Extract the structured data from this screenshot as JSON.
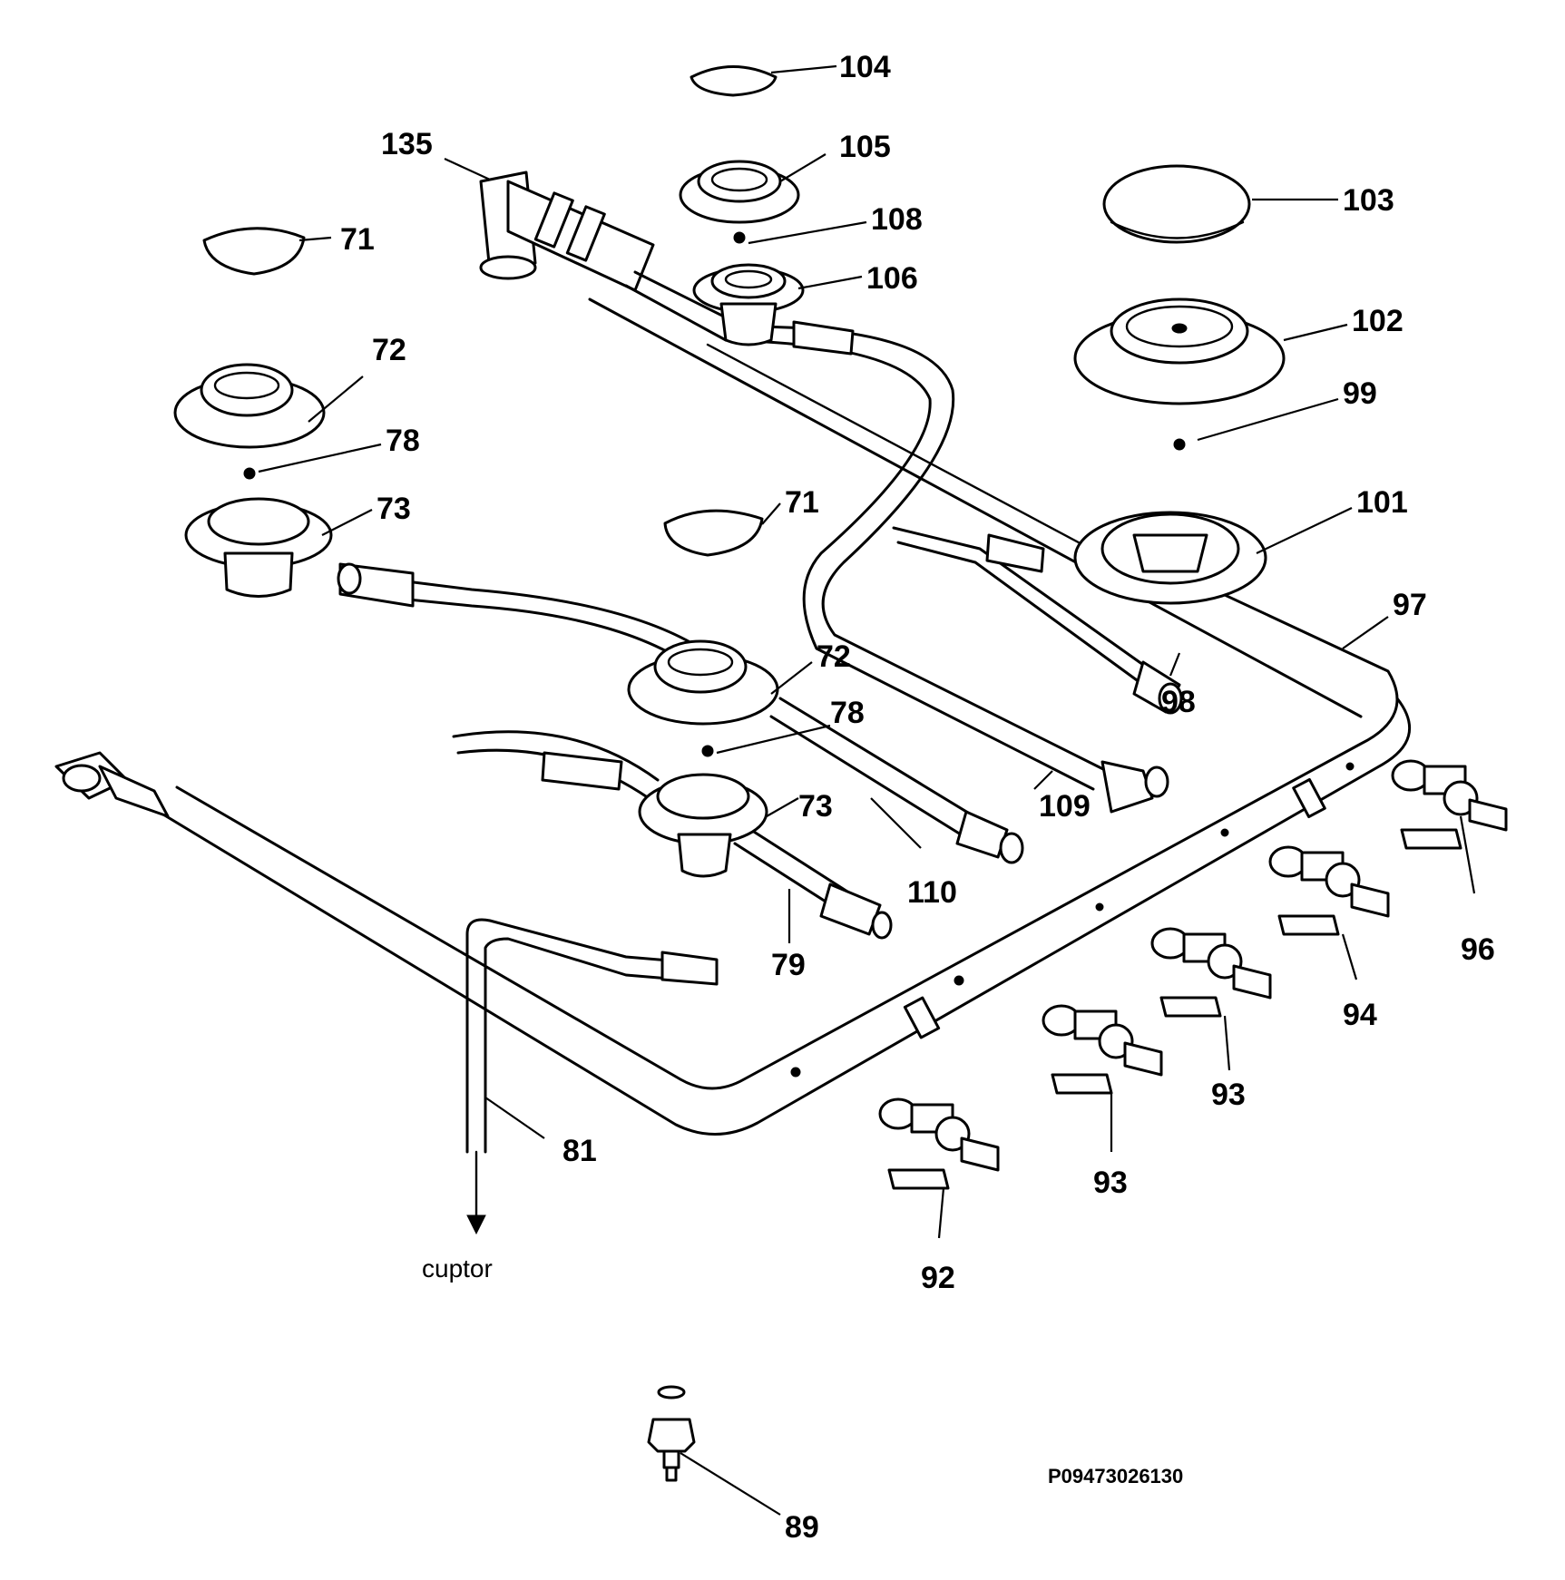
{
  "drawing_code": "P09473026130",
  "outlet_label": "cuptor",
  "callouts": {
    "c104": "104",
    "c135": "135",
    "c105": "105",
    "c108": "108",
    "c103": "103",
    "c71a": "71",
    "c106": "106",
    "c102": "102",
    "c72a": "72",
    "c99": "99",
    "c78a": "78",
    "c73a": "73",
    "c71b": "71",
    "c101": "101",
    "c97": "97",
    "c72b": "72",
    "c98": "98",
    "c78b": "78",
    "c73b": "73",
    "c109": "109",
    "c110": "110",
    "c96": "96",
    "c79": "79",
    "c94": "94",
    "c93a": "93",
    "c81": "81",
    "c93b": "93",
    "c92": "92",
    "c89": "89"
  }
}
